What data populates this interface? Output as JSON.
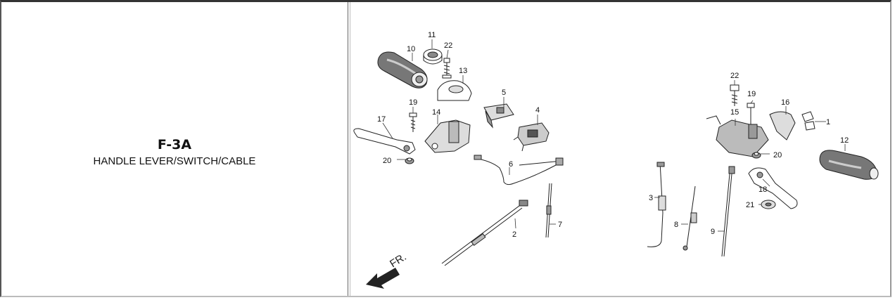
{
  "section": {
    "code": "F-3A",
    "title": "HANDLE LEVER/SWITCH/CABLE"
  },
  "diagram": {
    "direction_label": "FR.",
    "callouts": {
      "c1": "1",
      "c2": "2",
      "c3": "3",
      "c4": "4",
      "c5": "5",
      "c6": "6",
      "c7": "7",
      "c8": "8",
      "c9": "9",
      "c10": "10",
      "c11": "11",
      "c12": "12",
      "c13": "13",
      "c14": "14",
      "c15": "15",
      "c16": "16",
      "c17": "17",
      "c18": "18",
      "c19a": "19",
      "c19b": "19",
      "c20a": "20",
      "c20b": "20",
      "c21": "21",
      "c22a": "22",
      "c22b": "22"
    }
  }
}
